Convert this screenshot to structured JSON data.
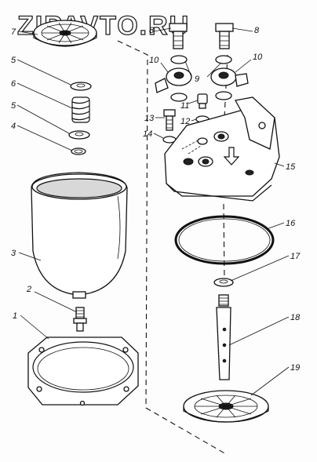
{
  "watermark": "ZIPAVTO.RU",
  "callouts": {
    "c1": "1",
    "c2": "2",
    "c3": "3",
    "c4": "4",
    "c5a": "5",
    "c5b": "5",
    "c6": "6",
    "c7": "7",
    "c8a": "8",
    "c8b": "8",
    "c9": "9",
    "c10a": "10",
    "c10b": "10",
    "c11": "11",
    "c12": "12",
    "c13": "13",
    "c14": "14",
    "c15": "15",
    "c16": "16",
    "c17": "17",
    "c18": "18",
    "c19": "19"
  }
}
